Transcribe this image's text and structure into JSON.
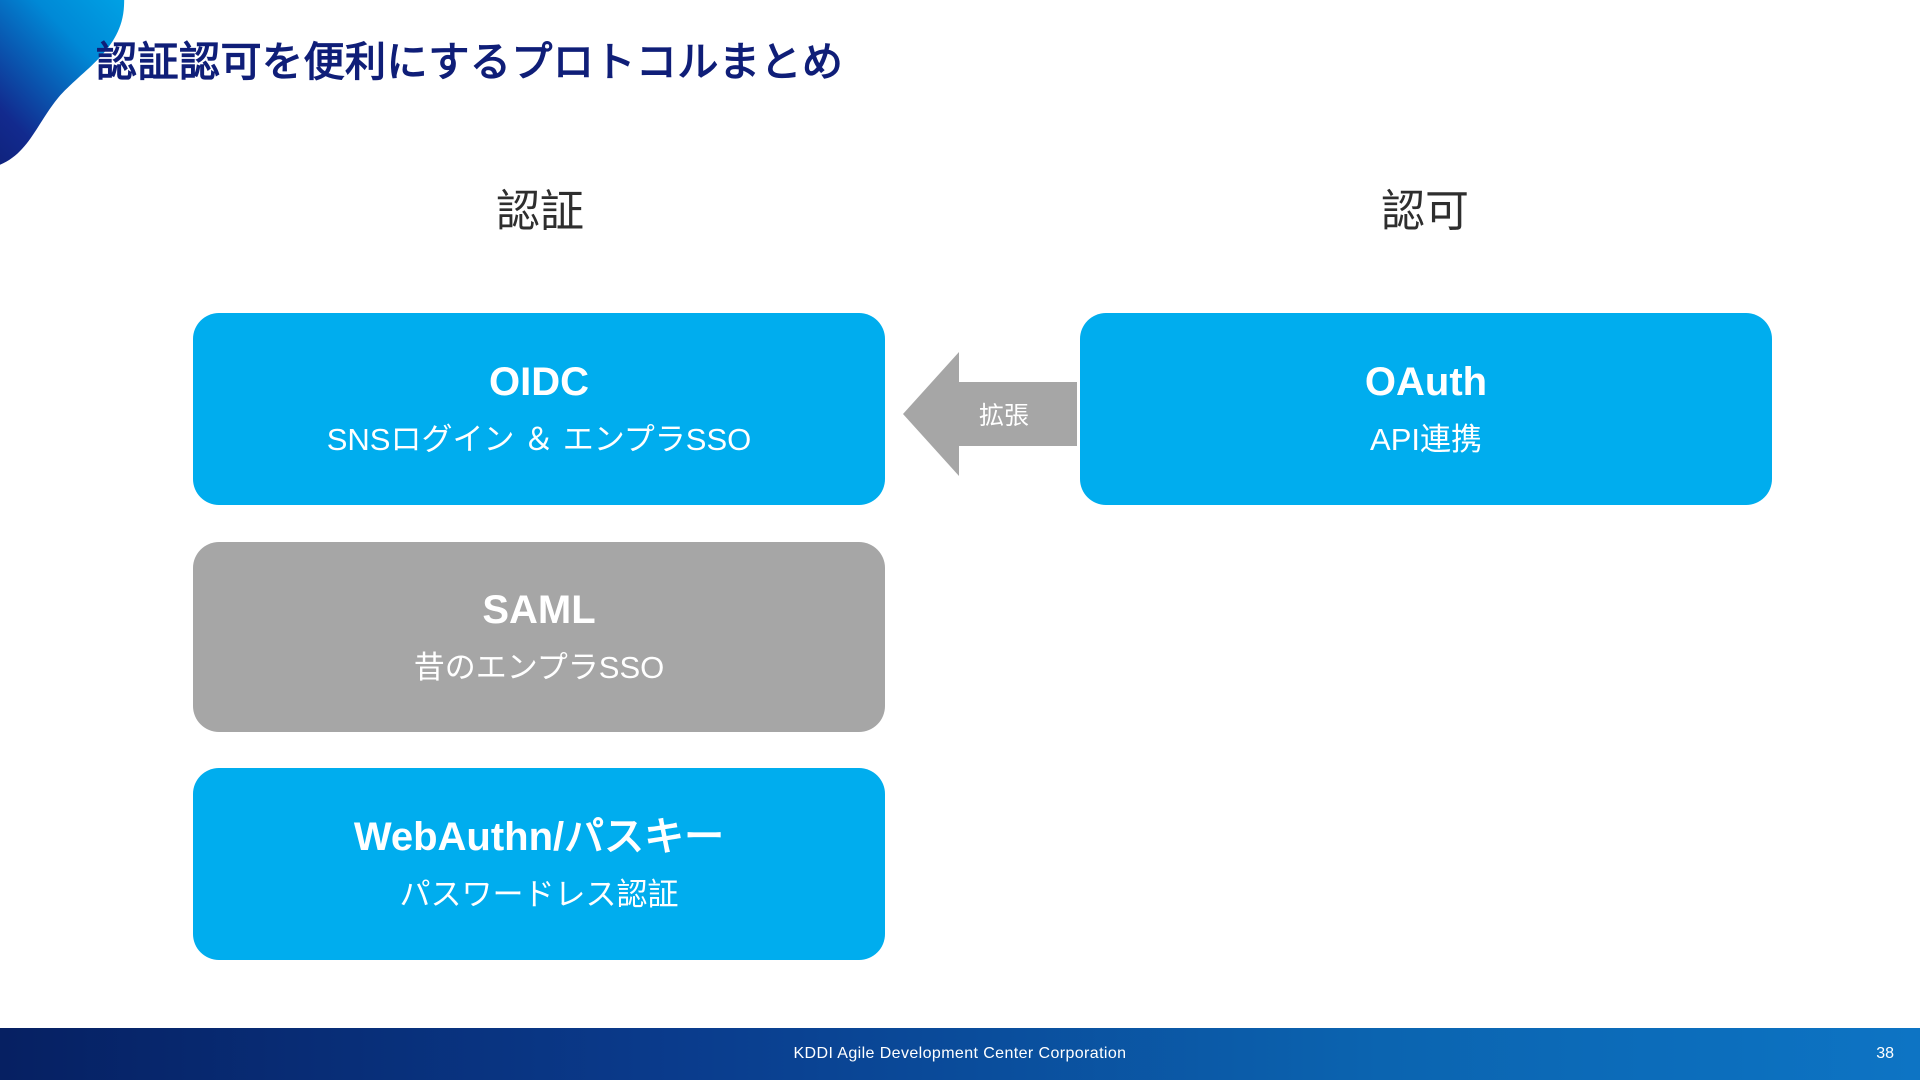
{
  "slide": {
    "title": "認証認可を便利にするプロトコルまとめ",
    "title_color": "#0f1e78",
    "background_color": "#ffffff"
  },
  "decoration": {
    "corner_shape": "teardrop-gradient-blob",
    "gradient_from": "#00A9E0",
    "gradient_to": "#0d1b6b"
  },
  "columns": [
    {
      "id": "authentication",
      "heading": "認証"
    },
    {
      "id": "authorization",
      "heading": "認可"
    }
  ],
  "boxes": [
    {
      "id": "oidc",
      "title": "OIDC",
      "subtitle": "SNSログイン ＆ エンプラSSO",
      "color": "#00ADEE",
      "column": "authentication"
    },
    {
      "id": "saml",
      "title": "SAML",
      "subtitle": "昔のエンプラSSO",
      "color": "#A6A6A6",
      "column": "authentication"
    },
    {
      "id": "webauthn",
      "title": "WebAuthn/パスキー",
      "subtitle": "パスワードレス認証",
      "color": "#00ADEE",
      "column": "authentication"
    },
    {
      "id": "oauth",
      "title": "OAuth",
      "subtitle": "API連携",
      "color": "#00ADEE",
      "column": "authorization"
    }
  ],
  "arrow": {
    "label": "拡張",
    "direction": "left",
    "color": "#A6A6A6",
    "from": "oauth",
    "to": "oidc"
  },
  "footer": {
    "text": "KDDI Agile Development Center Corporation",
    "page_number": "38",
    "gradient_from": "#062062",
    "gradient_to": "#0d74c4"
  }
}
